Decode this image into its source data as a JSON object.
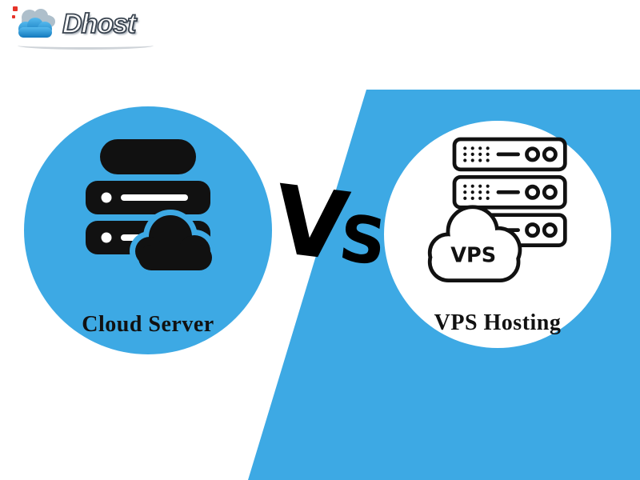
{
  "logo": {
    "text": "Dhost",
    "icon": "cloud-icon"
  },
  "comparison": {
    "left": {
      "label": "Cloud Server",
      "icon": "cloud-server-stack-icon"
    },
    "versus": "VS",
    "right": {
      "label": "VPS Hosting",
      "icon": "vps-server-rack-icon",
      "cloud_badge": "VPS"
    }
  },
  "colors": {
    "accent_blue": "#3DA9E4",
    "icon_black": "#111111",
    "logo_red": "#E63329",
    "logo_blue": "#2B98DC",
    "logo_gray": "#AEBFCB"
  }
}
